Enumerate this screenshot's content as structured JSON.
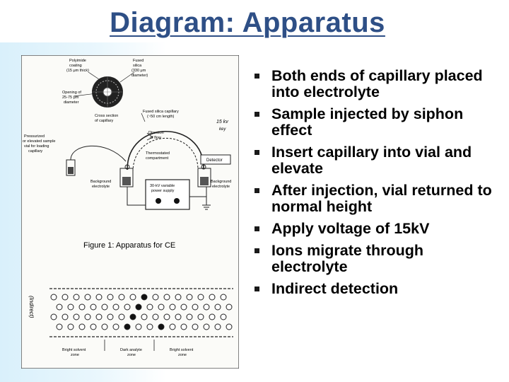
{
  "slide": {
    "title": "Diagram:  Apparatus",
    "bullets": [
      "Both ends of capillary placed into electrolyte",
      "Sample injected by siphon effect",
      "Insert capillary into vial and elevate",
      "After injection, vial returned to normal height",
      "Apply voltage of 15kV",
      "Ions migrate through electrolyte",
      "Indirect detection"
    ]
  },
  "diagram": {
    "labels": {
      "polyimide_1": "Polyimide",
      "polyimide_2": "coating",
      "polyimide_3": "(15 μm thick)",
      "fused_1": "Fused",
      "fused_2": "silica",
      "fused_3": "(330 μm",
      "fused_4": "diameter)",
      "opening_1": "Opening of",
      "opening_2": "25-75 μm",
      "opening_3": "diameter",
      "cross_1": "Cross section",
      "cross_2": "of capillary",
      "capillary_1": "Fused silica capillary",
      "capillary_2": "(~50 cm length)",
      "voltage_note_1": "15 kv",
      "voltage_note_2": "key",
      "direction_1": "Direction",
      "direction_2": "of flow",
      "pressurized_1": "Pressurized",
      "pressurized_2": "or elevated sample",
      "pressurized_3": "vial for loading",
      "pressurized_4": "capillary",
      "thermo_1": "Thermostated",
      "thermo_2": "compartment",
      "detector": "Detector",
      "bg_left_1": "Background",
      "bg_left_2": "electrolyte",
      "power_1": "30-kV variable",
      "power_2": "power supply",
      "bg_right_1": "Background",
      "bg_right_2": "electrolyte",
      "caption": "Figure 1: Apparatus for CE",
      "zone_left_1": "Bright solvent",
      "zone_left_2": "zone",
      "zone_mid_1": "Dark analyte",
      "zone_mid_2": "zone",
      "zone_right_1": "Bright solvent",
      "zone_right_2": "zone",
      "side_note": "(Indirect)"
    }
  }
}
